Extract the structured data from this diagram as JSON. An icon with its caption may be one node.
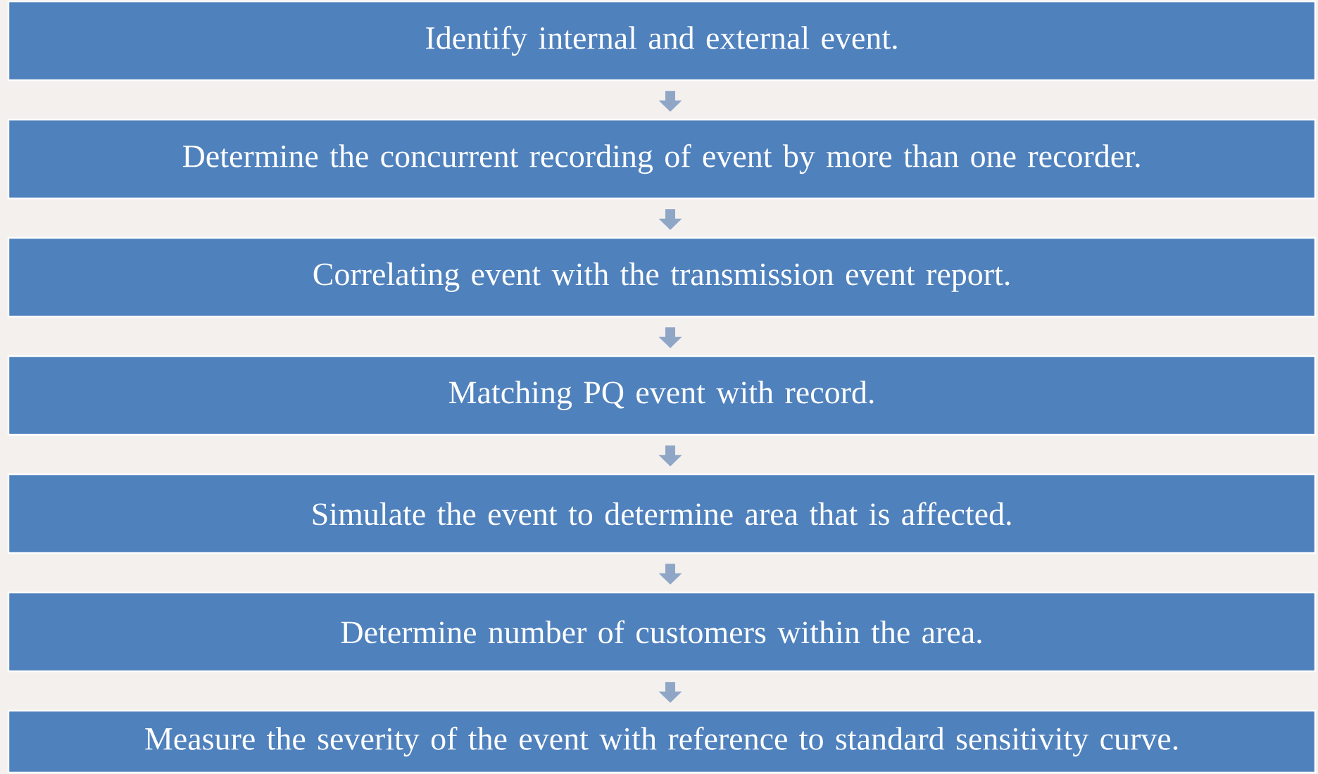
{
  "diagram": {
    "nodes": [
      {
        "text": [
          "Identify internal and external event."
        ]
      },
      {
        "text": [
          "Determine the concurrent recording of event by more than one recorder."
        ]
      },
      {
        "text": [
          "Correlating event with the transmission event report."
        ]
      },
      {
        "text": [
          "Matching PQ event with record."
        ]
      },
      {
        "text": [
          "Simulate the event to determine area that is affected."
        ]
      },
      {
        "text": [
          "Determine number of customers within the area."
        ]
      },
      {
        "text": [
          "Measure the severity of the event with reference to standard sensitivity curve."
        ]
      }
    ],
    "edges": [
      {
        "from": 0,
        "to": 1,
        "arrow": "to"
      },
      {
        "from": 1,
        "to": 2,
        "arrow": "to"
      },
      {
        "from": 2,
        "to": 3,
        "arrow": "to"
      },
      {
        "from": 3,
        "to": 4,
        "arrow": "to"
      },
      {
        "from": 4,
        "to": 5,
        "arrow": "to"
      },
      {
        "from": 5,
        "to": 6,
        "arrow": "to"
      }
    ]
  }
}
